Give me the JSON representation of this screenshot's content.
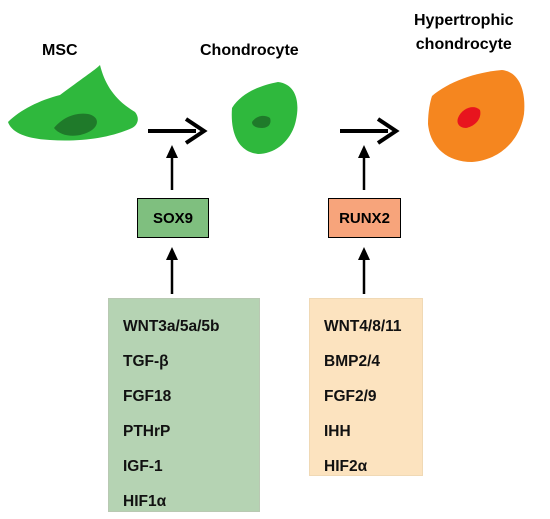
{
  "stages": [
    {
      "id": "msc",
      "lines": [
        "MSC"
      ]
    },
    {
      "id": "chondrocyte",
      "lines": [
        "Chondrocyte"
      ]
    },
    {
      "id": "hypertrophic",
      "lines": [
        "Hypertrophic",
        "chondrocyte"
      ]
    }
  ],
  "regulators": [
    {
      "name": "SOX9",
      "color": "#7fbf7f"
    },
    {
      "name": "RUNX2",
      "color": "#f7a47b"
    }
  ],
  "factors_left": {
    "color": "#b5d3b3",
    "items": [
      "WNT3a/5a/5b",
      "TGF-β",
      "FGF18",
      "PTHrP",
      "IGF-1",
      "HIF1α"
    ]
  },
  "factors_right": {
    "color": "#fce3bf",
    "items": [
      "WNT4/8/11",
      "BMP2/4",
      "FGF2/9",
      "IHH",
      "HIF2α"
    ]
  },
  "cell_colors": {
    "msc": "#2fb83d",
    "msc_nucleus": "#1f7a2a",
    "chondrocyte": "#2fb83d",
    "chondrocyte_nucleus": "#1f7a2a",
    "hypertrophic": "#f5861f",
    "hypertrophic_nucleus": "#e8141e"
  }
}
